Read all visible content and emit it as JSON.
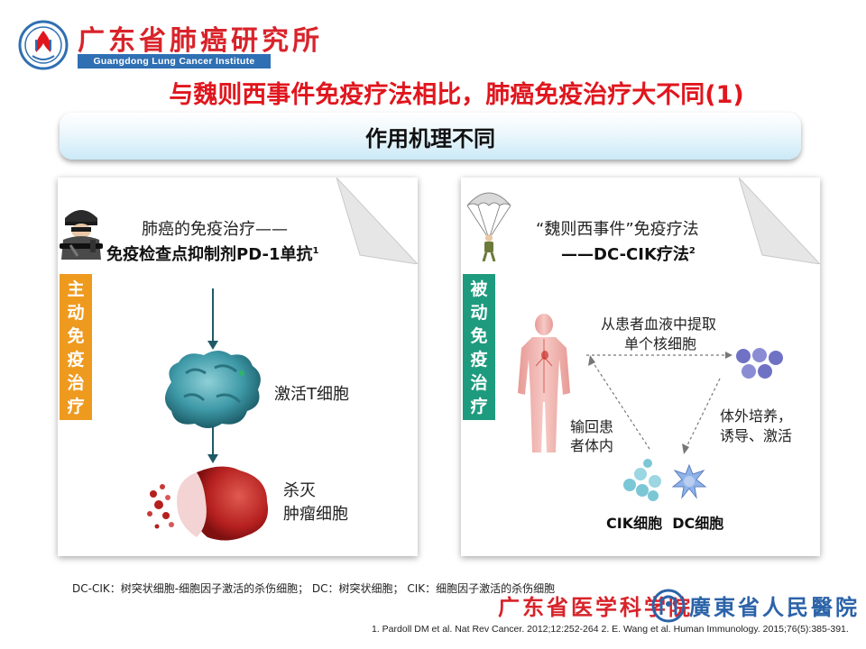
{
  "header": {
    "institute_cn": "广东省肺癌研究所",
    "institute_en": "Guangdong Lung Cancer Institute",
    "title": "与魏则西事件免疫疗法相比，肺癌免疫治疗大不同(1)",
    "banner": "作用机理不同"
  },
  "left_panel": {
    "side_label": [
      "主",
      "动",
      "免",
      "疫",
      "治",
      "疗"
    ],
    "title_line1": "肺癌的免疫治疗——",
    "title_line2": "免疫检查点抑制剂PD-1单抗",
    "title_sup": "1",
    "activated_t": "激活T细胞",
    "kill_line1": "杀灭",
    "kill_line2": "肿瘤细胞",
    "colors": {
      "side": "#ee9a1f",
      "t_cell": "#3f9aa8",
      "tumor": "#b5201f",
      "arrow": "#1f5a66"
    }
  },
  "right_panel": {
    "side_label": [
      "被",
      "动",
      "免",
      "疫",
      "治",
      "疗"
    ],
    "title_line1": "“魏则西事件”免疫疗法",
    "title_line2": "——DC-CIK疗法",
    "title_sup": "2",
    "extract_line1": "从患者血液中提取",
    "extract_line2": "单个核细胞",
    "culture_line1": "体外培养，",
    "culture_line2": "诱导、激活",
    "return_line1": "输回患",
    "return_line2": "者体内",
    "cells_label": "CIK细胞  DC细胞",
    "colors": {
      "side": "#1e9b7e",
      "body": "#f1b4b0",
      "mono_cells": "#6f72c4",
      "cik": "#7cc7d6",
      "dc": "#8fb3e8"
    }
  },
  "footnote": "DC-CIK：树突状细胞-细胞因子激活的杀伤细胞； DC：树突状细胞；  CIK：细胞因子激活的杀伤细胞",
  "references": "1. Pardoll DM et al. Nat Rev Cancer. 2012;12:252-264 2. E. Wang et al. Human Immunology. 2015;76(5):385-391.",
  "footer": {
    "hospital1": "广东省医学科学院",
    "hospital2": "廣東省人民醫院"
  },
  "icons": [
    "institute-seal-icon",
    "soldier-icon",
    "parachute-icon",
    "human-body-icon",
    "hospital-logo-icon"
  ]
}
